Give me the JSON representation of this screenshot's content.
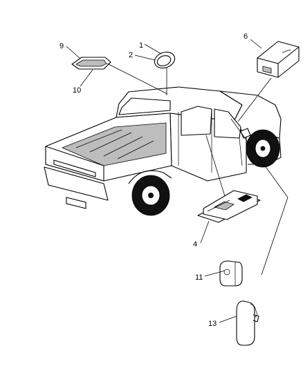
{
  "callouts": {
    "c1": "1",
    "c2": "2",
    "c4": "4",
    "c6": "6",
    "c9": "9",
    "c10": "10",
    "c11": "11",
    "c13": "13"
  }
}
